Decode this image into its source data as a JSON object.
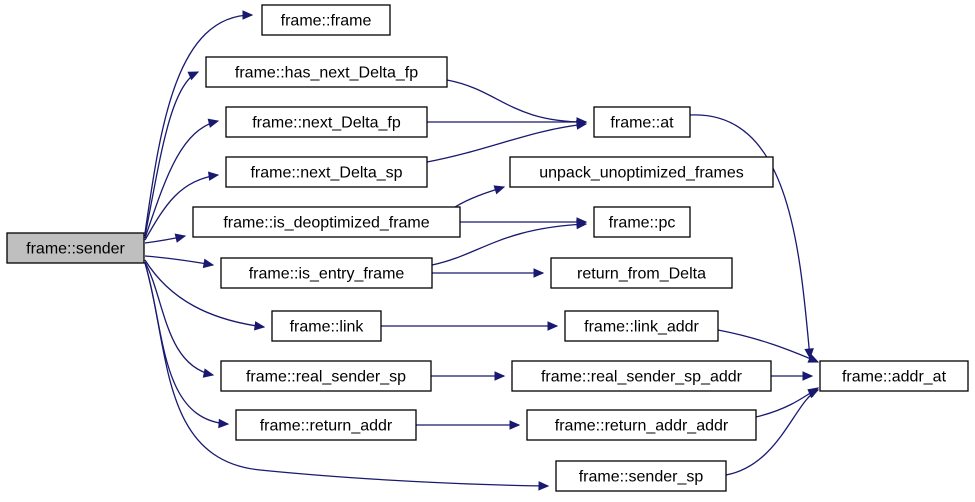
{
  "diagram": {
    "type": "call-graph",
    "root": "sender",
    "nodes": [
      {
        "id": "sender",
        "label": "frame::sender"
      },
      {
        "id": "frame",
        "label": "frame::frame"
      },
      {
        "id": "has_next",
        "label": "frame::has_next_Delta_fp"
      },
      {
        "id": "next_fp",
        "label": "frame::next_Delta_fp"
      },
      {
        "id": "next_sp",
        "label": "frame::next_Delta_sp"
      },
      {
        "id": "is_deopt",
        "label": "frame::is_deoptimized_frame"
      },
      {
        "id": "is_entry",
        "label": "frame::is_entry_frame"
      },
      {
        "id": "link",
        "label": "frame::link"
      },
      {
        "id": "real_sender_sp",
        "label": "frame::real_sender_sp"
      },
      {
        "id": "return_addr",
        "label": "frame::return_addr"
      },
      {
        "id": "sender_sp",
        "label": "frame::sender_sp"
      },
      {
        "id": "at",
        "label": "frame::at"
      },
      {
        "id": "unpack",
        "label": "unpack_unoptimized_frames"
      },
      {
        "id": "pc",
        "label": "frame::pc"
      },
      {
        "id": "return_from_delta",
        "label": "return_from_Delta"
      },
      {
        "id": "link_addr",
        "label": "frame::link_addr"
      },
      {
        "id": "real_sender_sp_addr",
        "label": "frame::real_sender_sp_addr"
      },
      {
        "id": "return_addr_addr",
        "label": "frame::return_addr_addr"
      },
      {
        "id": "addr_at",
        "label": "frame::addr_at"
      }
    ],
    "edges": [
      {
        "from": "sender",
        "to": "frame"
      },
      {
        "from": "sender",
        "to": "has_next"
      },
      {
        "from": "sender",
        "to": "next_fp"
      },
      {
        "from": "sender",
        "to": "next_sp"
      },
      {
        "from": "sender",
        "to": "is_deopt"
      },
      {
        "from": "sender",
        "to": "is_entry"
      },
      {
        "from": "sender",
        "to": "link"
      },
      {
        "from": "sender",
        "to": "real_sender_sp"
      },
      {
        "from": "sender",
        "to": "return_addr"
      },
      {
        "from": "sender",
        "to": "sender_sp"
      },
      {
        "from": "has_next",
        "to": "at"
      },
      {
        "from": "next_fp",
        "to": "at"
      },
      {
        "from": "next_sp",
        "to": "at"
      },
      {
        "from": "is_deopt",
        "to": "unpack"
      },
      {
        "from": "is_deopt",
        "to": "pc"
      },
      {
        "from": "is_entry",
        "to": "pc"
      },
      {
        "from": "is_entry",
        "to": "return_from_delta"
      },
      {
        "from": "link",
        "to": "link_addr"
      },
      {
        "from": "real_sender_sp",
        "to": "real_sender_sp_addr"
      },
      {
        "from": "return_addr",
        "to": "return_addr_addr"
      },
      {
        "from": "at",
        "to": "addr_at"
      },
      {
        "from": "link_addr",
        "to": "addr_at"
      },
      {
        "from": "real_sender_sp_addr",
        "to": "addr_at"
      },
      {
        "from": "return_addr_addr",
        "to": "addr_at"
      },
      {
        "from": "sender_sp",
        "to": "addr_at"
      }
    ],
    "colors": {
      "edge": "#191970",
      "root_fill": "#bfbfbf",
      "node_fill": "#ffffff",
      "node_border": "#000000"
    }
  }
}
